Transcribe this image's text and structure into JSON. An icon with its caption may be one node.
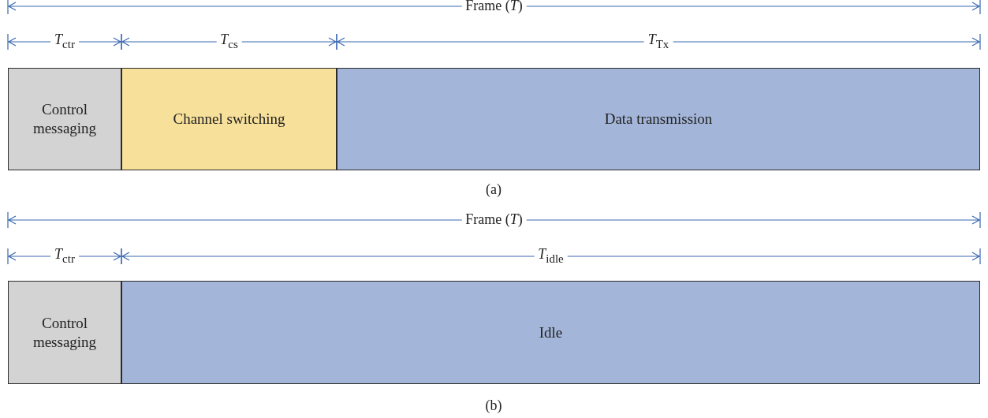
{
  "diagram": {
    "nodes": [
      {
        "text": [
          "Control messaging"
        ]
      },
      {
        "text": [
          "Channel switching"
        ]
      },
      {
        "text": [
          "Data transmission"
        ]
      },
      {
        "text": [
          "Control messaging"
        ]
      },
      {
        "text": [
          "Idle"
        ]
      }
    ],
    "edges": [],
    "labels": [
      "Frame (*T*)",
      "*T*$_{ctr}$",
      "*T*$_{cs}$",
      "*T*$_{Tx}$",
      "(a)",
      "Frame (*T*)",
      "*T*$_{ctr}$",
      "*T*$_{idle}$",
      "(b)"
    ]
  }
}
